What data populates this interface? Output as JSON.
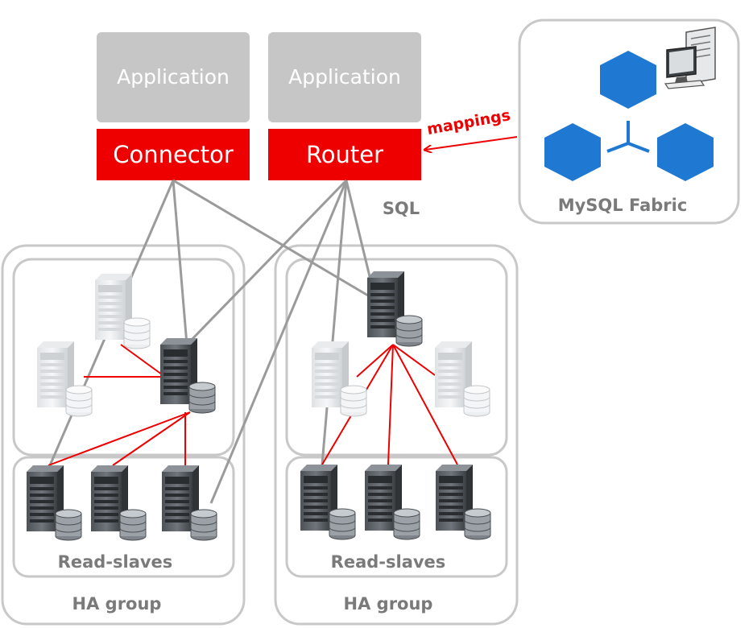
{
  "top": {
    "app_left": "Application",
    "app_right": "Application",
    "connector": "Connector",
    "router": "Router"
  },
  "edge_labels": {
    "mappings": "mappings",
    "sql": "SQL"
  },
  "fabric": {
    "label": "MySQL Fabric"
  },
  "groups": [
    {
      "name": "HA group",
      "slaves_label": "Read-slaves"
    },
    {
      "name": "HA group",
      "slaves_label": "Read-slaves"
    }
  ],
  "colors": {
    "app_box": "#c6c6c6",
    "red": "#ee0000",
    "grey_line": "#9b9b9b",
    "container_border": "#c8c8c8",
    "hex_blue": "#1f78d1",
    "label_grey": "#7a7a7a"
  },
  "icons": {
    "server_active": "server-icon",
    "server_standby": "server-icon-faded",
    "database": "database-icon",
    "computer": "desktop-computer-icon",
    "fabric_node": "hexagon-icon"
  }
}
